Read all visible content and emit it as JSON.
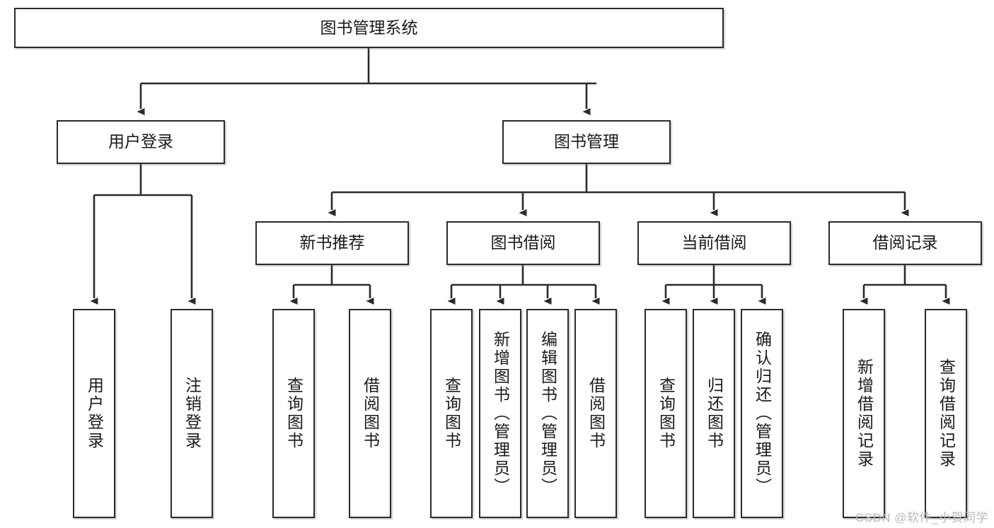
{
  "diagram": {
    "type": "tree-hierarchy",
    "title": "图书管理系统",
    "watermark": "CSDN @软件_小贺同学",
    "colors": {
      "border": "#2b2b2b",
      "fill": "#ffffff",
      "text": "#1a1a1a",
      "connector": "#2b2b2b",
      "watermark": "#b9b9b9"
    },
    "nodes": {
      "root": {
        "label": "图书管理系统"
      },
      "level1": [
        {
          "id": "user-login",
          "label": "用户登录"
        },
        {
          "id": "book-manage",
          "label": "图书管理"
        }
      ],
      "level2": [
        {
          "id": "new-book-recommend",
          "label": "新书推荐"
        },
        {
          "id": "book-borrow",
          "label": "图书借阅"
        },
        {
          "id": "current-borrow",
          "label": "当前借阅"
        },
        {
          "id": "borrow-record",
          "label": "借阅记录"
        }
      ],
      "leaves": {
        "user_login": [
          {
            "id": "leaf-user-login",
            "label": "用户登录"
          },
          {
            "id": "leaf-logout-login",
            "label": "注销登录"
          }
        ],
        "new_book_recommend": [
          {
            "id": "leaf-query-book-1",
            "label": "查询图书"
          },
          {
            "id": "leaf-borrow-book-1",
            "label": "借阅图书"
          }
        ],
        "book_borrow": [
          {
            "id": "leaf-query-book-2",
            "label": "查询图书"
          },
          {
            "id": "leaf-add-book",
            "label": "新增图书（管理员）"
          },
          {
            "id": "leaf-edit-book",
            "label": "编辑图书（管理员）"
          },
          {
            "id": "leaf-borrow-book-2",
            "label": "借阅图书"
          }
        ],
        "current_borrow": [
          {
            "id": "leaf-query-book-3",
            "label": "查询图书"
          },
          {
            "id": "leaf-return-book",
            "label": "归还图书"
          },
          {
            "id": "leaf-confirm-return",
            "label": "确认归还（管理员）"
          }
        ],
        "borrow_record": [
          {
            "id": "leaf-add-record",
            "label": "新增借阅记录"
          },
          {
            "id": "leaf-query-record",
            "label": "查询借阅记录"
          }
        ]
      }
    }
  }
}
